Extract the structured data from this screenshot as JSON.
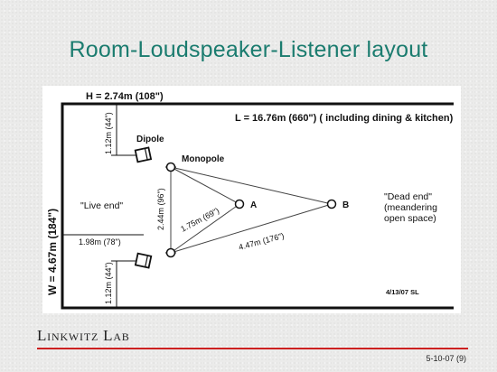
{
  "slide": {
    "title": "Room-Loudspeaker-Listener layout",
    "lab_name": "Linkwitz Lab",
    "page_ref": "5-10-07 (9)"
  },
  "diagram": {
    "height_label": "H = 2.74m (108\")",
    "length_label": "L = 16.76m (660\") ( including dining & kitchen)",
    "width_label": "W = 4.67m (184\")",
    "top_offset_label": "1.12m (44\")",
    "bottom_offset_label": "1.12m (44\")",
    "speaker_spacing_label": "2.44m (96\")",
    "front_distance_label": "1.98m (78\")",
    "listener_a_distance_label": "1.75m (69\")",
    "listener_b_distance_label": "4.47m (176\")",
    "dipole_label": "Dipole",
    "monopole_label": "Monopole",
    "live_end_label": "\"Live end\"",
    "dead_end_line1": "\"Dead end\"",
    "dead_end_line2": "(meandering",
    "dead_end_line3": "open space)",
    "listener_a_label": "A",
    "listener_b_label": "B",
    "date_label": "4/13/07 SL"
  },
  "colors": {
    "title": "#1b7c6f",
    "footer_rule": "#cc2020"
  }
}
